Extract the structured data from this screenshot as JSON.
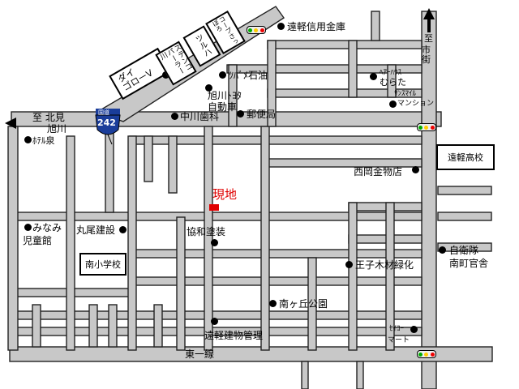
{
  "map": {
    "genchi_label": "現地",
    "highway_shield": {
      "top_text": "国道",
      "number": "242"
    },
    "directions": {
      "north": [
        "至",
        "市街"
      ],
      "west": [
        "至 北見",
        "旭川"
      ]
    },
    "streets": {
      "east_one": "東一線"
    },
    "landmarks": {
      "entsuru_shinkin": "遠軽信用金庫",
      "tsubame_sekiyu": "ﾂﾊﾞﾒ石油",
      "asahikawa_toyota_1": "旭川ﾄﾖﾀ",
      "asahikawa_toyota_2": "自動車",
      "nakagawa_shika": "中川歯科",
      "yubinkyoku": "郵便局",
      "hair_house_1": "ﾍｱｰﾊｳｽ",
      "hair_house_2": "むらた",
      "sunsmile_1": "ｻﾝｽﾏｲﾙ",
      "sunsmile_2": "マンション",
      "entsuru_koko": "遠軽高校",
      "nishioka_kanamono": "西岡金物店",
      "hotel_izumi": "ﾎﾃﾙ泉",
      "minami_jidokan_1": "みなみ",
      "minami_jidokan_2": "児童館",
      "maruo_kensetsu": "丸尾建設",
      "kyowa_toso": "協和塗装",
      "minami_shogakko": "南小学校",
      "oji_mokuzai": "王子木材緑化",
      "jieitai_1": "自衛隊",
      "jieitai_2": "南町官舎",
      "minamigaoka_koen": "南ヶ丘公園",
      "entsuru_kensetsu": "遠軽建物管理",
      "seicomart_1": "ｾｲｺｰ",
      "seicomart_2": "マート",
      "daigoro_1": "ダイ",
      "daigoro_2": "ゴローV",
      "stencil_parlor": "ステンコパーラー川",
      "tsuruha": "ツルハ",
      "coop_sapporo": "コープさっぽろ"
    },
    "colors": {
      "road": "#c8c8c8",
      "marker": "#e00000",
      "shield": "#1a3d9a"
    }
  }
}
